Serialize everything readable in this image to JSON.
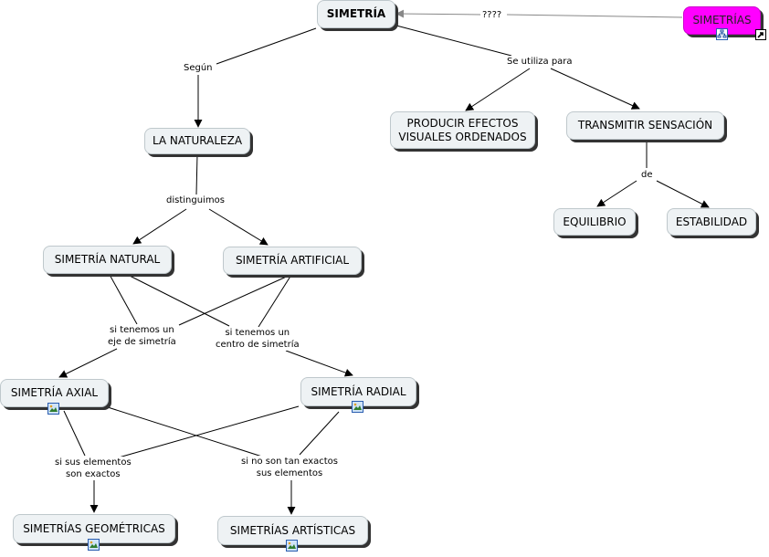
{
  "concepts": {
    "simetria": "SIMETRÍA",
    "simetrias_link": "SIMETRÍAS",
    "naturaleza": "LA NATURALEZA",
    "producir_line1": "PRODUCIR EFECTOS",
    "producir_line2": "VISUALES ORDENADOS",
    "transmitir": "TRANSMITIR SENSACIÓN",
    "equilibrio": "EQUILIBRIO",
    "estabilidad": "ESTABILIDAD",
    "natural": "SIMETRÍA NATURAL",
    "artificial": "SIMETRÍA ARTIFICIAL",
    "axial": "SIMETRÍA AXIAL",
    "radial": "SIMETRÍA RADIAL",
    "geometricas": "SIMETRÍAS GEOMÉTRICAS",
    "artisticas": "SIMETRÍAS ARTÍSTICAS"
  },
  "links": {
    "unknown": "????",
    "segun": "Según",
    "se_utiliza": "Se utiliza para",
    "de": "de",
    "distinguimos": "distinguimos",
    "eje_line1": "si tenemos un",
    "eje_line2": "eje de simetría",
    "centro_line1": "si tenemos un",
    "centro_line2": "centro de simetría",
    "exactos_line1": "si sus elementos",
    "exactos_line2": "son exactos",
    "noexactos_line1": "si no son tan exactos",
    "noexactos_line2": "sus elementos"
  },
  "icons": {
    "image": "image-icon",
    "concept_map": "concept-map-link-icon",
    "shortcut": "shortcut-arrow-icon"
  },
  "colors": {
    "node_fill": "#eef2f4",
    "highlight_node": "#ff00ff",
    "line": "#000000",
    "gray_link": "#888888"
  }
}
